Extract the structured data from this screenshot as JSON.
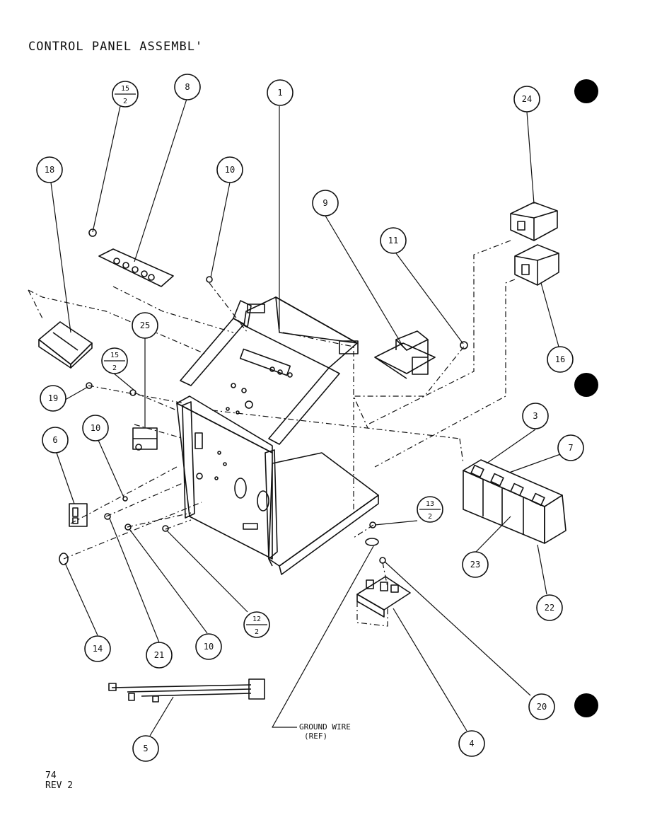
{
  "title": "CONTROL PANEL ASSEMBL'",
  "page": {
    "number": "74",
    "revision": "REV 2"
  },
  "notes": {
    "ground_wire_line1": "GROUND WIRE",
    "ground_wire_line2": "(REF)"
  },
  "callouts": {
    "c1": "1",
    "c3": "3",
    "c4": "4",
    "c5": "5",
    "c6": "6",
    "c7": "7",
    "c8": "8",
    "c9": "9",
    "c10a": "10",
    "c10b": "10",
    "c10c": "10",
    "c11": "11",
    "c14": "14",
    "c16": "16",
    "c18": "18",
    "c19": "19",
    "c20": "20",
    "c21": "21",
    "c22": "22",
    "c23": "23",
    "c24": "24",
    "c25": "25",
    "f15a_num": "15",
    "f15a_den": "2",
    "f15b_num": "15",
    "f15b_den": "2",
    "f12_num": "12",
    "f12_den": "2",
    "f13_num": "13",
    "f13_den": "2"
  },
  "colors": {
    "ink": "#111111",
    "paper": "#ffffff",
    "punch_hole": "#000000"
  }
}
